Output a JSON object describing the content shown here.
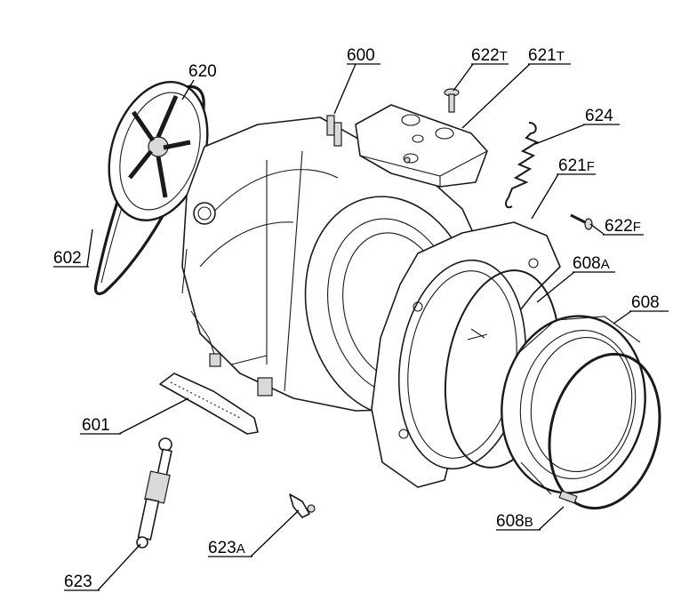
{
  "diagram": {
    "colors": {
      "line": "#1a1a1a",
      "fill": "#ffffff",
      "shade": "#d9d9d9"
    },
    "labels": {
      "l600": {
        "main": "600",
        "suffix": ""
      },
      "l620": {
        "main": "620",
        "suffix": ""
      },
      "l622T": {
        "main": "622",
        "suffix": "T"
      },
      "l621T": {
        "main": "621",
        "suffix": "T"
      },
      "l624": {
        "main": "624",
        "suffix": ""
      },
      "l621F": {
        "main": "621",
        "suffix": "F"
      },
      "l622F": {
        "main": "622",
        "suffix": "F"
      },
      "l602": {
        "main": "602",
        "suffix": ""
      },
      "l608A": {
        "main": "608",
        "suffix": "A"
      },
      "l608": {
        "main": "608",
        "suffix": ""
      },
      "l601": {
        "main": "601",
        "suffix": ""
      },
      "l608B": {
        "main": "608",
        "suffix": "B"
      },
      "l623A": {
        "main": "623",
        "suffix": "A"
      },
      "l623": {
        "main": "623",
        "suffix": ""
      }
    }
  }
}
